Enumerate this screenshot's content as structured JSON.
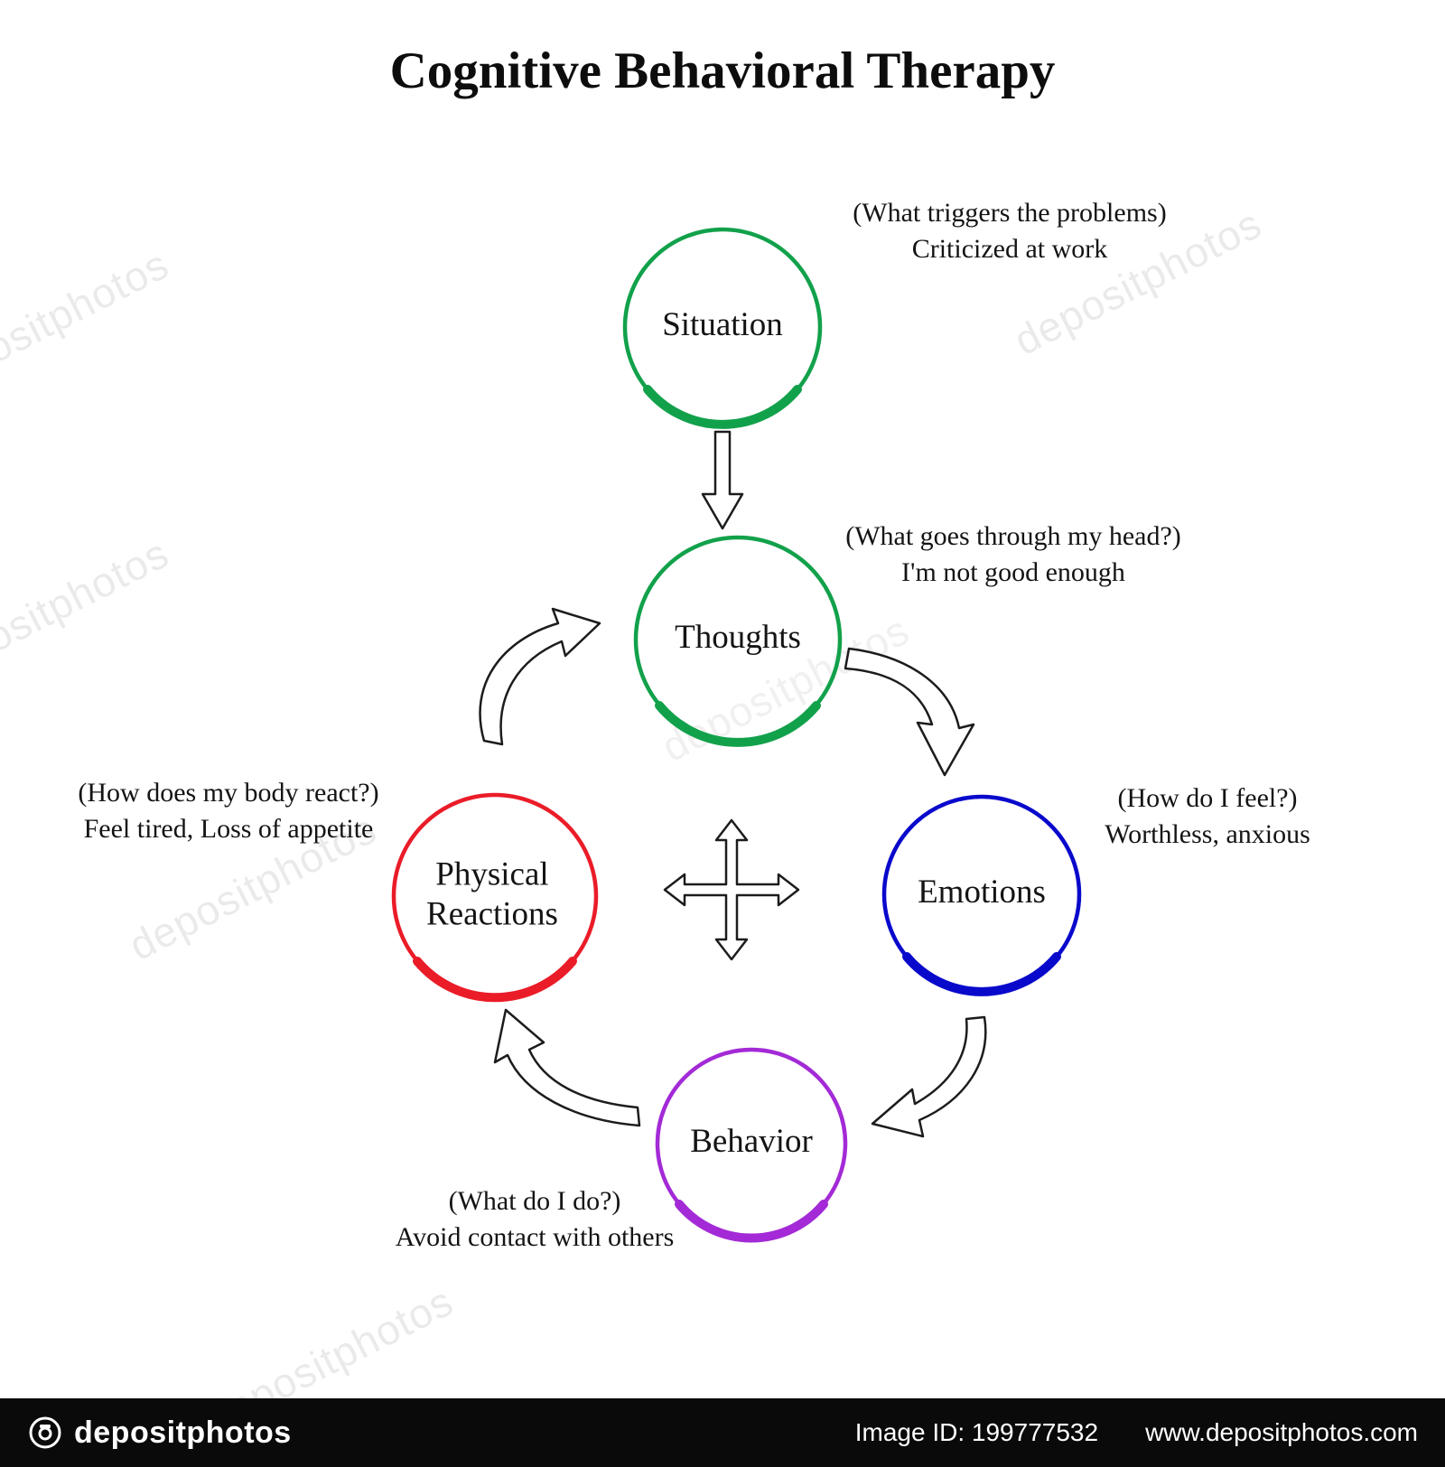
{
  "title": "Cognitive Behavioral Therapy",
  "watermark": {
    "text": "depositphotos"
  },
  "nodes": {
    "situation": {
      "label": "Situation",
      "color": "#12a14b",
      "note": "(What triggers the problems)\nCriticized at work"
    },
    "thoughts": {
      "label": "Thoughts",
      "color": "#12a14b",
      "note": "(What goes through my head?)\nI'm not good enough"
    },
    "emotions": {
      "label": "Emotions",
      "color": "#0909cc",
      "note": "(How do I feel?)\nWorthless, anxious"
    },
    "physical_reactions": {
      "label": "Physical\nReactions",
      "color": "#ea1c28",
      "note": "(How does my body react?)\nFeel tired, Loss of appetite"
    },
    "behavior": {
      "label": "Behavior",
      "color": "#a32ad6",
      "note": "(What do I do?)\nAvoid contact with others"
    }
  },
  "footer": {
    "logo_text": "depositphotos",
    "image_id_label": "Image ID: 199777532",
    "website": "www.depositphotos.com"
  }
}
